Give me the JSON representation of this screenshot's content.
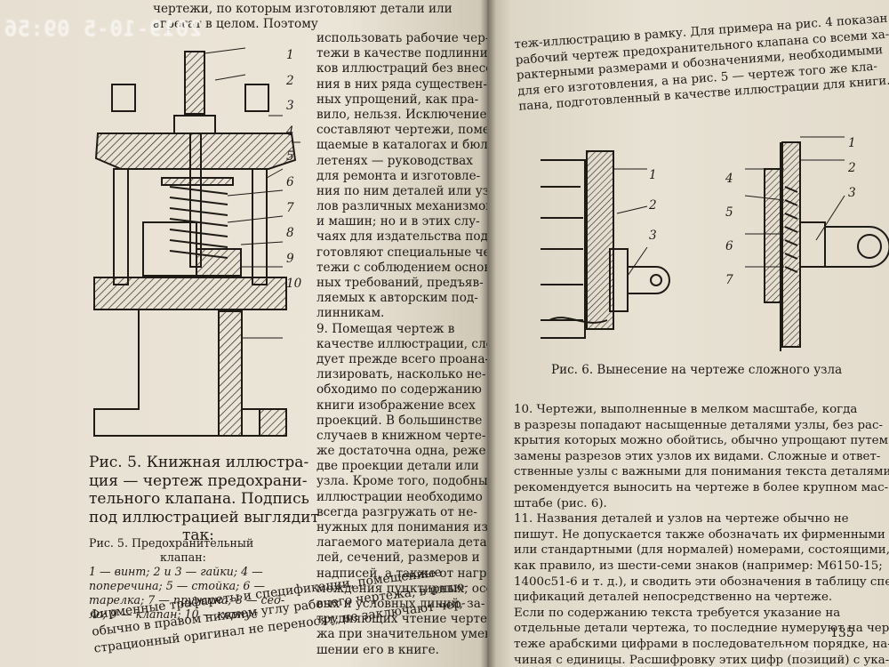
{
  "stamp": "2019-10-5 09:56",
  "left_page": {
    "top_lines": [
      "чертежи, по которым изготовляют детали или",
      "агрегат в целом. Поэтому"
    ],
    "column": [
      "использовать рабочие чер-",
      "тежи в качестве подлинни-",
      "ков иллюстраций без внесе-",
      "ния в них ряда существен-",
      "ных упрощений, как пра-",
      "вило, нельзя. Исключение",
      "составляют чертежи, поме-",
      "щаемые в каталогах и бюл-",
      "летенях — руководствах",
      "для ремонта и изготовле-",
      "ния по ним деталей или уз-",
      "лов различных механизмов",
      "и машин; но и в этих слу-",
      "чаях для издательства под-",
      "готовляют специальные чер-",
      "тежи с соблюдением основ-",
      "ных требований, предъяв-",
      "ляемых к авторским под-",
      "линникам.",
      "9. Помещая чертеж в",
      "качестве иллюстрации, сле-",
      "дует прежде всего проана-",
      "лизировать, насколько не-",
      "обходимо по содержанию",
      "книги изображение всех",
      "проекций. В большинстве",
      "случаев в книжном черте-",
      "же достаточна одна, реже",
      "две проекции детали или",
      "узла. Кроме того, подобные",
      "иллюстрации необходимо",
      "всегда разгружать от не-",
      "нужных для понимания из-",
      "лагаемого материала дета-",
      "лей, сечений, размеров и",
      "надписей, а также от нагро-",
      "мождения пунктирных, осе-",
      "вых и условных линий, за-",
      "трудняющих чтение черте-",
      "жа при значительном умень-",
      "шении его в книге."
    ],
    "fig5_caption": [
      "Рис. 5. Книжная иллюстра-",
      "ция — чертеж предохрани-",
      "тельного клапана. Подпись",
      "под иллюстрацией выглядит",
      "так:"
    ],
    "fig5_legend_title": [
      "Рис. 5. Предохранительный",
      "клапан:"
    ],
    "fig5_legend": [
      "1 — винт; 2 и 3 — гайки; 4 —",
      "поперечина; 5 — стойка; 6 —",
      "тарелка; 7 — пружина; 8 — сед-",
      "ло; 9 — клапан; 10 — корпус"
    ],
    "bottom_lines": [
      "Фирменные трафареты и спецификации, помещенные",
      "обычно в правом нижнем углу рабочего чертежа, в иллю-",
      "страционный оригинал не переносят; не заключают чер-"
    ],
    "fig5_numbers": [
      "1",
      "2",
      "3",
      "4",
      "5",
      "6",
      "7",
      "8",
      "9",
      "10"
    ]
  },
  "right_page": {
    "top_lines": [
      "теж-иллюстрацию в рамку. Для примера на рис. 4 показан",
      "рабочий чертеж предохранительного клапана со всеми ха-",
      "рактерными размерами и обозначениями, необходимыми",
      "для его изготовления, а на рис. 5 — чертеж того же кла-",
      "пана, подготовленный в качестве иллюстрации для книги."
    ],
    "fig6_caption": "Рис. 6. Вынесение на чертеже сложного узла",
    "fig6_left_numbers": [
      "1",
      "2",
      "3"
    ],
    "fig6_right_numbers": [
      "1",
      "2",
      "3",
      "4",
      "5",
      "6",
      "7"
    ],
    "body": [
      "10. Чертежи, выполненные в мелком масштабе, когда",
      "в разрезы попадают насыщенные деталями узлы, без рас-",
      "крытия которых можно обойтись, обычно упрощают путем",
      "замены разрезов этих узлов их видами. Сложные и ответ-",
      "ственные узлы с важными для понимания текста деталями",
      "рекомендуется выносить на чертеже в более крупном мас-",
      "штабе (рис. 6).",
      "11. Названия деталей и узлов на чертеже обычно не",
      "пишут. Не допускается также обозначать их фирменными",
      "или стандартными (для нормалей) номерами, состоящими,",
      "как правило, из шести-семи знаков (например: М6150-15;",
      "1400с51-6 и т. д.), и сводить эти обозначения в таблицу спе-",
      "цификаций деталей непосредственно на чертеже.",
      "Если по содержанию текста требуется указание на",
      "отдельные детали чертежа, то последние нумеруют на чер-",
      "теже арабскими цифрами в последовательном порядке, на-",
      "чиная с единицы. Расшифровку этих цифр (позиций) с ука-"
    ],
    "page_number": "135",
    "watermark": "www.ay.by"
  }
}
